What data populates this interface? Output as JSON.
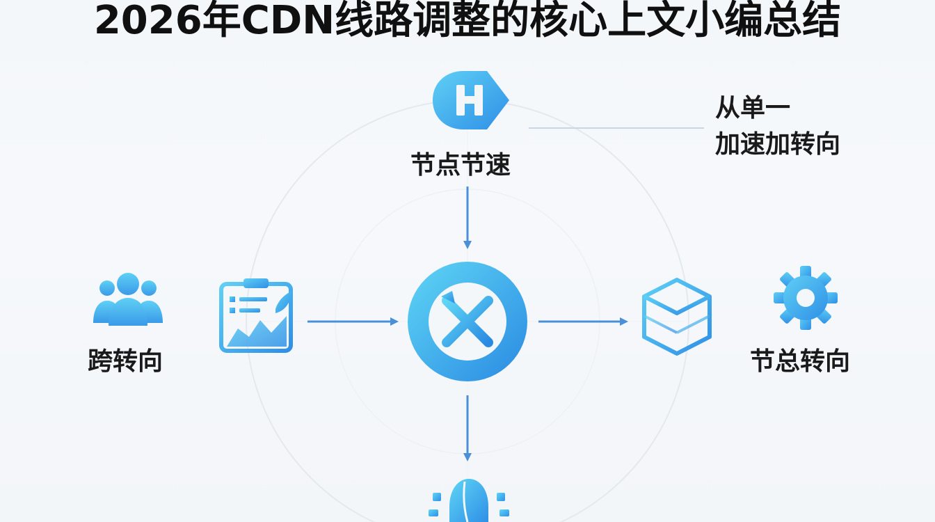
{
  "title": "2026年CDN线路调整的核心上文小编总结",
  "nodes": {
    "top": {
      "label": "节点节速",
      "icon": "route-sign-icon"
    },
    "left": {
      "label": "跨转向",
      "icon": "users-icon"
    },
    "left_inner": {
      "icon": "clipboard-chart-icon"
    },
    "center": {
      "icon": "crossed-tools-icon"
    },
    "right_inner": {
      "icon": "cube-icon"
    },
    "right": {
      "label": "节总转向",
      "icon": "gear-icon"
    },
    "bottom": {
      "icon": "robot-head-icon"
    }
  },
  "note": {
    "line1": "从单一",
    "line2": "加速加转向"
  },
  "colors": {
    "accent": "#3fa9ee",
    "accent_light": "#5fd0f5",
    "arrow": "#4a90d9",
    "text": "#1a1a1a"
  }
}
